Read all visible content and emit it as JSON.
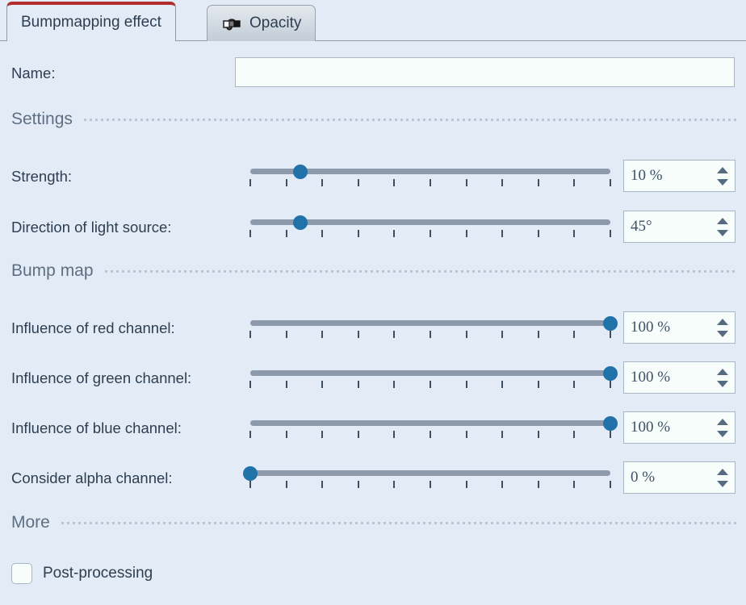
{
  "window": {
    "background": "#e3ebf7",
    "accent": "#2272aa",
    "active_tab_marker": "#b22d2d"
  },
  "tabs": [
    {
      "label": "Bumpmapping effect",
      "active": true,
      "icon": null
    },
    {
      "label": "Opacity",
      "active": false,
      "icon": "opacity-curve-icon"
    }
  ],
  "name_field": {
    "label": "Name:",
    "value": "",
    "placeholder": ""
  },
  "sections": [
    {
      "id": "settings",
      "title": "Settings"
    },
    {
      "id": "bumpmap",
      "title": "Bump map"
    },
    {
      "id": "more",
      "title": "More"
    }
  ],
  "controls": [
    {
      "label": "Strength:",
      "value_text": "10 %",
      "value": 10,
      "min": 0,
      "max": 100,
      "percent": 14,
      "ticks": 11
    },
    {
      "label": "Direction of light source:",
      "value_text": "45°",
      "value": 45,
      "min": 0,
      "max": 360,
      "percent": 14,
      "ticks": 11
    },
    {
      "label": "Influence of red channel:",
      "value_text": "100 %",
      "value": 100,
      "min": 0,
      "max": 100,
      "percent": 100,
      "ticks": 11
    },
    {
      "label": "Influence of green channel:",
      "value_text": "100 %",
      "value": 100,
      "min": 0,
      "max": 100,
      "percent": 100,
      "ticks": 11
    },
    {
      "label": "Influence of blue channel:",
      "value_text": "100 %",
      "value": 100,
      "min": 0,
      "max": 100,
      "percent": 100,
      "ticks": 11
    },
    {
      "label": "Consider alpha channel:",
      "value_text": "0 %",
      "value": 0,
      "min": 0,
      "max": 100,
      "percent": 0,
      "ticks": 11
    }
  ],
  "checkbox": {
    "label": "Post-processing",
    "checked": false
  }
}
